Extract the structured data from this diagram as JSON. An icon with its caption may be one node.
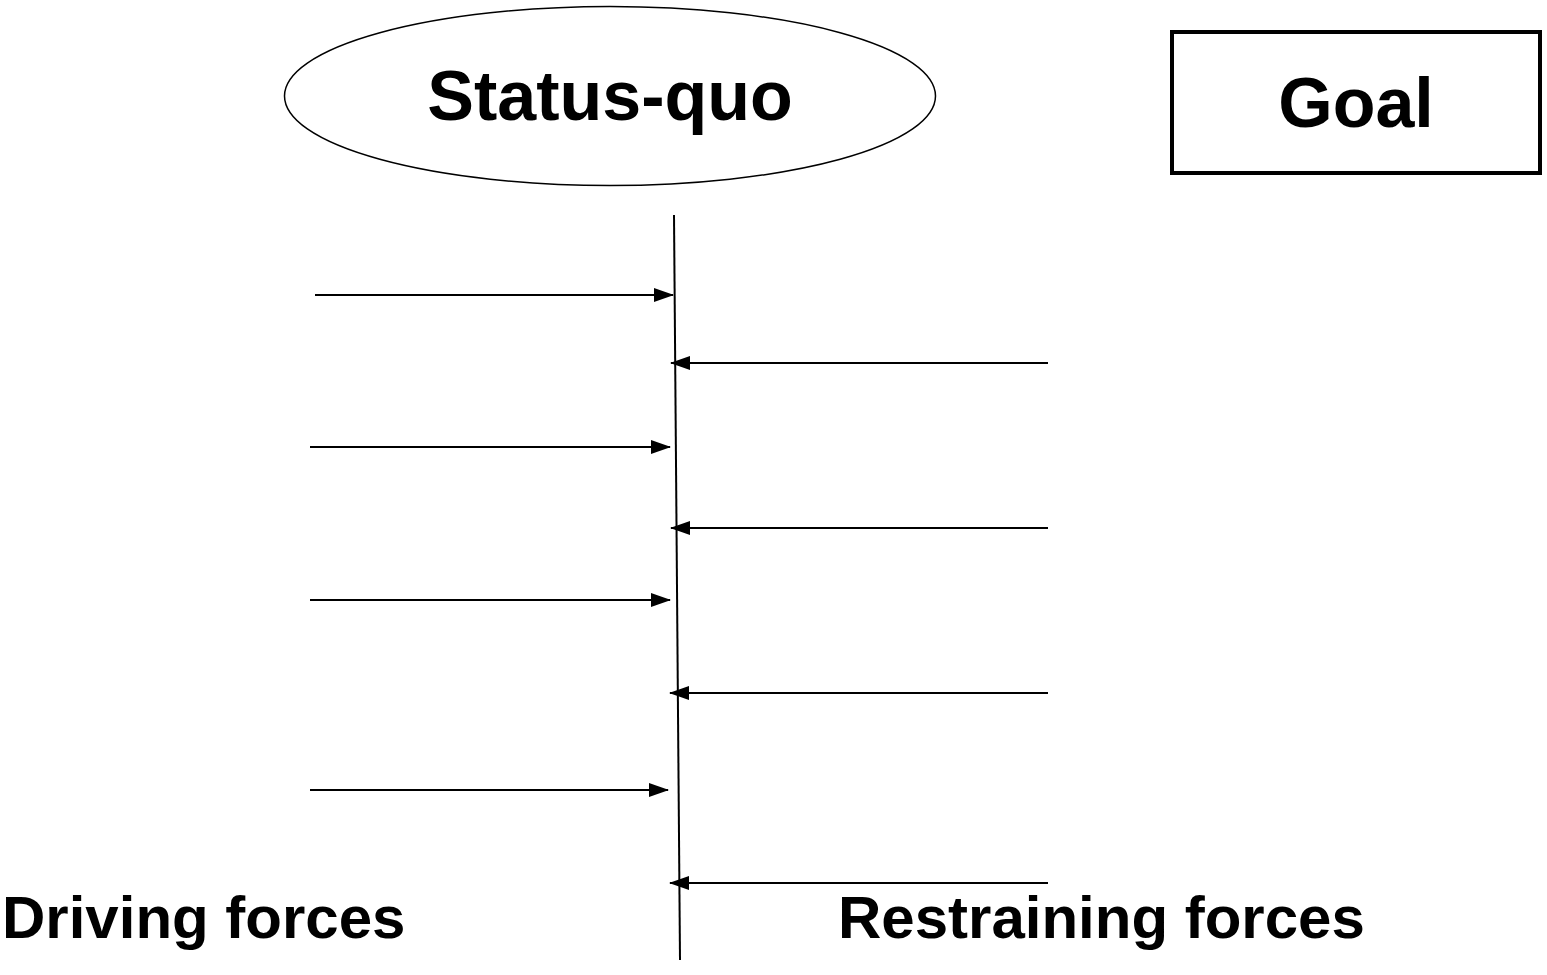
{
  "diagram": {
    "nodes": [
      {
        "text": [
          "Status-quo"
        ]
      },
      {
        "text": [
          "Goal"
        ]
      }
    ],
    "labels": [
      "Driving forces",
      "Restraining forces"
    ]
  }
}
